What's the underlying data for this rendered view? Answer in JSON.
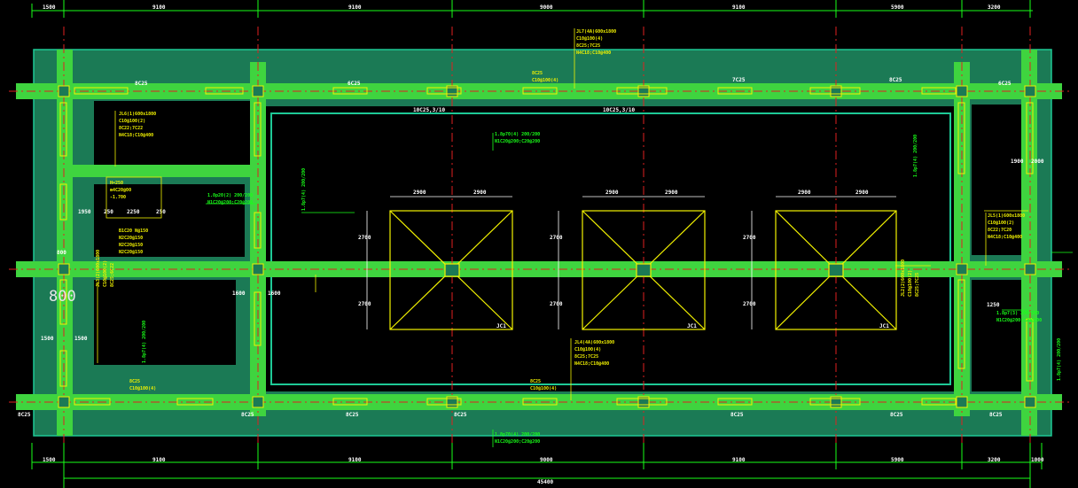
{
  "drawing": {
    "top_dims": [
      "1500",
      "9100",
      "9100",
      "9000",
      "9100",
      "5900",
      "3200"
    ],
    "bottom_dims": [
      "1500",
      "9100",
      "9100",
      "9000",
      "9100",
      "5900",
      "3200",
      "1000"
    ],
    "total_dim": "45400",
    "scale_label": "800",
    "foundation_label": "JC1",
    "pit_dims": [
      "2900",
      "2900"
    ],
    "pit_side_dims": [
      "2700",
      "2700"
    ],
    "beam_top": [
      "JL7(4A)600x1800",
      "C10@100(4)",
      "8C25;7C25",
      "N4C18;C10@400"
    ],
    "beam_top_side": [
      "8C25",
      "C10@100(4)"
    ],
    "beam_bottom": [
      "JL4(4A)600x1800",
      "C10@100(4)",
      "8C25;7C25",
      "N4C18;C10@400"
    ],
    "beam_bottom_side": [
      "8C25",
      "C10@100(4)"
    ],
    "beam_left": [
      "JL6(1)600x1800",
      "C10@100(2)",
      "8C22;7C22",
      "N4C18;C10@400"
    ],
    "beam_right": [
      "JL5(1)600x1800",
      "C10@100(2)",
      "8C22;7C20",
      "N4C18;C10@400"
    ],
    "beam_mid_left": [
      "JL3(2)600x1800",
      "C10@100(2)",
      "8C25;6C22"
    ],
    "beam_mid_right": [
      "JL2(2)600x1800",
      "C10@100(2)",
      "8C25;7C25"
    ],
    "slab_notes": [
      "1.8p70(4) 200/200",
      "N1C20@200;C20@200",
      "1.8p20(2) 200/200",
      "1.8p7(3) 200/200",
      "1.8p7(4) 200/200"
    ],
    "rebar_labels": [
      "8C25",
      "6C25",
      "7C25",
      "8C25",
      "6C25",
      "10C25,3/10",
      "10C25,3/10"
    ],
    "side_labels": [
      "800",
      "1950",
      "1600",
      "1500",
      "1250",
      "2250",
      "250",
      "1900",
      "2000"
    ],
    "elevation": [
      "H=250",
      "m4C20@00",
      "-1.700"
    ],
    "pit_notes": [
      "B1C20 N@150",
      "N2C20@150",
      "N2C20@150",
      "N2C20@150"
    ]
  }
}
